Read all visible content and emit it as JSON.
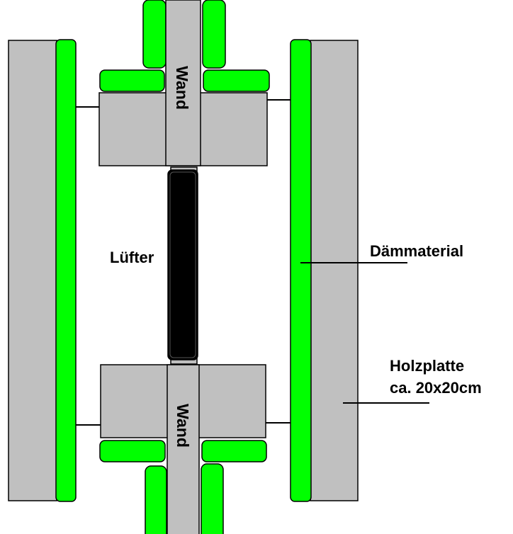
{
  "labels": {
    "wall_top": "Wand",
    "wall_bottom": "Wand",
    "fan": "Lüfter",
    "insulation": "Dämmaterial",
    "board_line1": "Holzplatte",
    "board_line2": "ca. 20x20cm"
  },
  "colors": {
    "board": "#c0c0c0",
    "insulation": "#00ff00",
    "fan": "#000000",
    "outline": "#000000",
    "background": "#ffffff"
  }
}
